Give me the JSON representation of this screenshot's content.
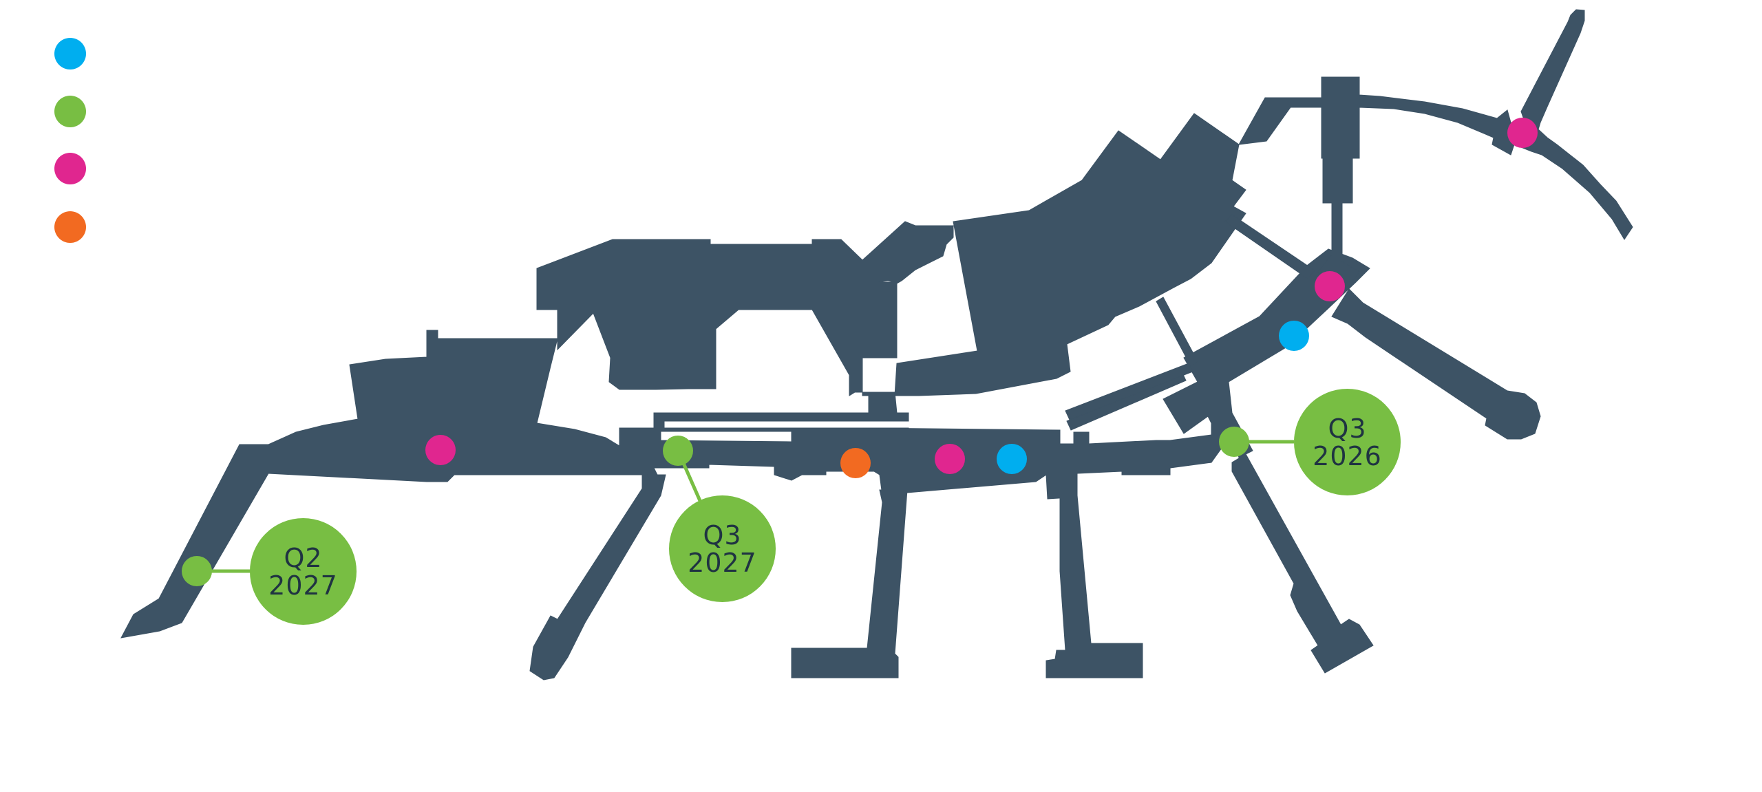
{
  "colors": {
    "terminal": "#3d5365",
    "blue": "#00aeef",
    "green": "#78be43",
    "magenta": "#e0268f",
    "orange": "#f26a21",
    "badge_text": "#1f3342"
  },
  "legend": [
    {
      "color": "blue",
      "label": ""
    },
    {
      "color": "green",
      "label": ""
    },
    {
      "color": "magenta",
      "label": ""
    },
    {
      "color": "orange",
      "label": ""
    }
  ],
  "milestones": [
    {
      "quarter": "Q2",
      "year": "2027"
    },
    {
      "quarter": "Q3",
      "year": "2027"
    },
    {
      "quarter": "Q3",
      "year": "2026"
    }
  ],
  "markers": [
    "green",
    "magenta",
    "green",
    "orange",
    "magenta",
    "blue",
    "green",
    "blue",
    "magenta",
    "magenta"
  ]
}
